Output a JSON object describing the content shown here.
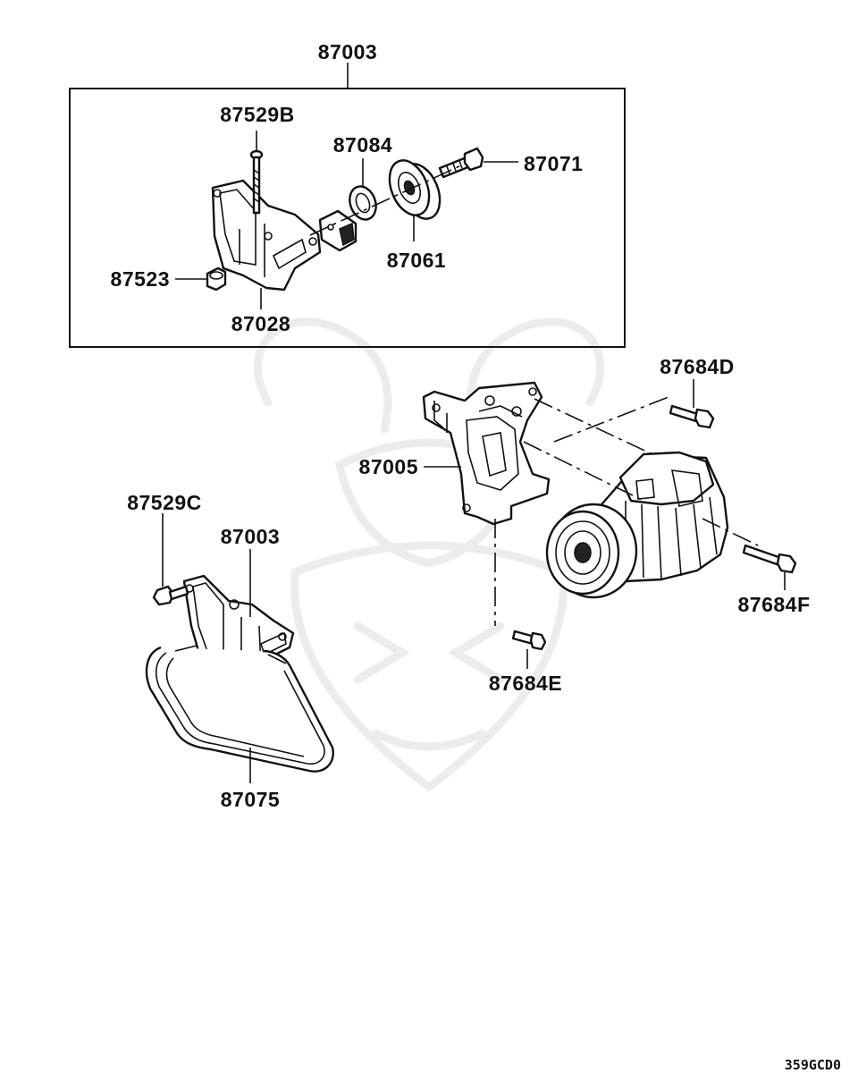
{
  "diagram": {
    "drawing_code": "359GCD0",
    "assembly": {
      "label": "87003",
      "items": [
        {
          "key": "bolt_b",
          "label": "87529B"
        },
        {
          "key": "spacer",
          "label": "87084"
        },
        {
          "key": "bolt_pulley",
          "label": "87071"
        },
        {
          "key": "pulley",
          "label": "87061"
        },
        {
          "key": "nut",
          "label": "87523"
        },
        {
          "key": "bracket",
          "label": "87028"
        }
      ]
    },
    "parts": [
      {
        "key": "compressor_bracket",
        "label": "87005"
      },
      {
        "key": "bolt_d",
        "label": "87684D"
      },
      {
        "key": "bolt_f",
        "label": "87684F"
      },
      {
        "key": "bolt_e",
        "label": "87684E"
      },
      {
        "key": "bolt_c",
        "label": "87529C"
      },
      {
        "key": "idler_assembly",
        "label": "87003"
      },
      {
        "key": "belt",
        "label": "87075"
      }
    ]
  }
}
